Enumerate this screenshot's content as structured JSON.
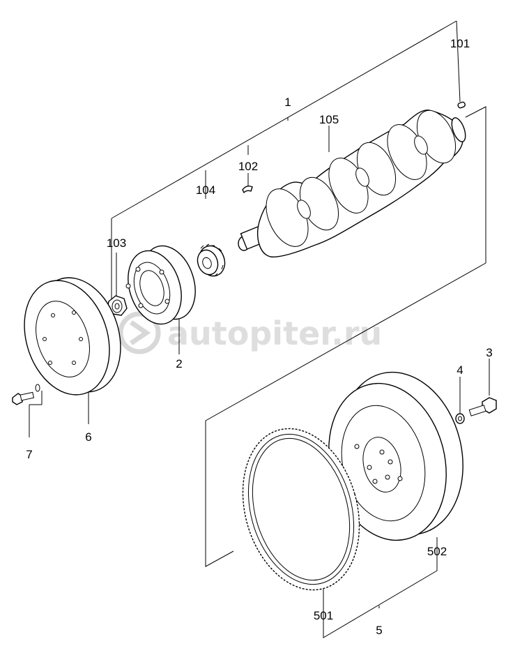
{
  "labels": {
    "p1": "1",
    "p2": "2",
    "p3": "3",
    "p4": "4",
    "p5": "5",
    "p6": "6",
    "p7": "7",
    "p101": "101",
    "p102": "102",
    "p103": "103",
    "p104": "104",
    "p105": "105",
    "p501": "501",
    "p502": "502"
  },
  "watermark": "autopiter.ru"
}
